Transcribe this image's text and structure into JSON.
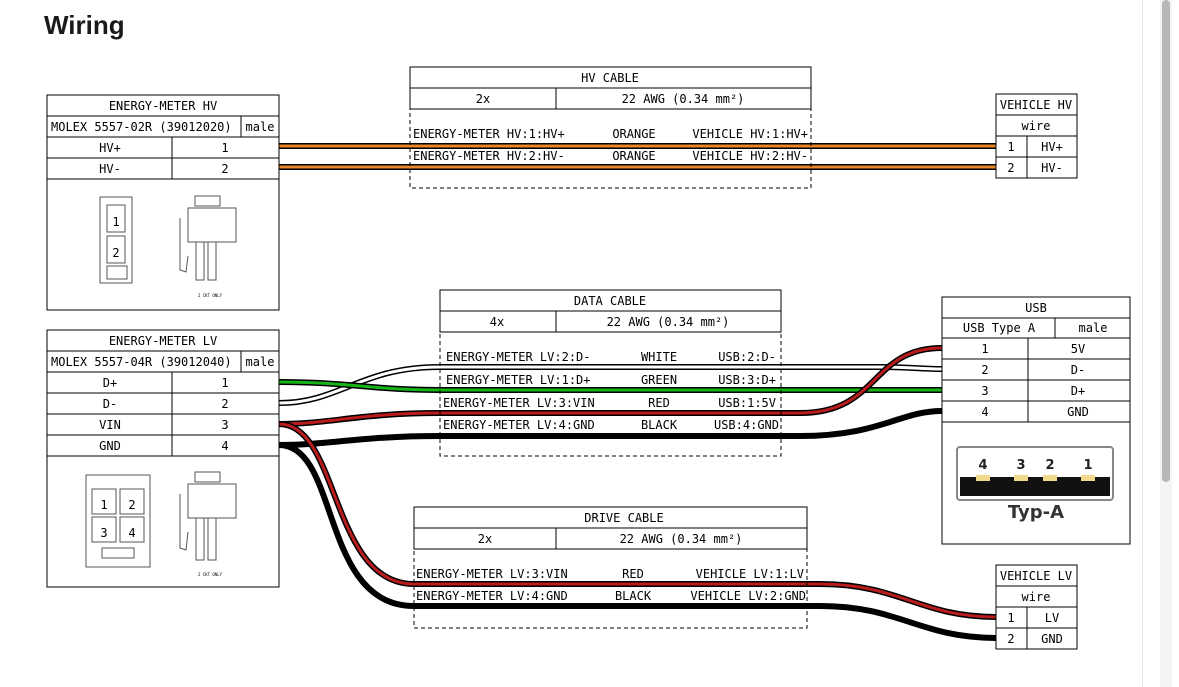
{
  "title": "Wiring",
  "colors": {
    "orange": "#e8862a",
    "white": "#ffffff",
    "green": "#17b317",
    "red": "#b81c1c",
    "black": "#000000"
  },
  "connectors": {
    "em_hv": {
      "name": "ENERGY-METER HV",
      "part": "MOLEX 5557-02R (39012020)",
      "gender": "male",
      "pins": [
        {
          "signal": "HV+",
          "pin": "1"
        },
        {
          "signal": "HV-",
          "pin": "2"
        }
      ],
      "drawing_numbers": [
        "1",
        "2"
      ],
      "drawing_note": "2 CKT ONLY"
    },
    "em_lv": {
      "name": "ENERGY-METER LV",
      "part": "MOLEX 5557-04R (39012040)",
      "gender": "male",
      "pins": [
        {
          "signal": "D+",
          "pin": "1"
        },
        {
          "signal": "D-",
          "pin": "2"
        },
        {
          "signal": "VIN",
          "pin": "3"
        },
        {
          "signal": "GND",
          "pin": "4"
        }
      ],
      "drawing_numbers": [
        "1",
        "2",
        "3",
        "4"
      ],
      "drawing_note": "2 CKT ONLY"
    },
    "vehicle_hv": {
      "name": "VEHICLE HV",
      "type": "wire",
      "pins": [
        {
          "pin": "1",
          "signal": "HV+"
        },
        {
          "pin": "2",
          "signal": "HV-"
        }
      ]
    },
    "usb": {
      "name": "USB",
      "type": "USB Type A",
      "gender": "male",
      "pins": [
        {
          "pin": "1",
          "signal": "5V"
        },
        {
          "pin": "2",
          "signal": "D-"
        },
        {
          "pin": "3",
          "signal": "D+"
        },
        {
          "pin": "4",
          "signal": "GND"
        }
      ],
      "image_pin_labels": [
        "4",
        "3",
        "2",
        "1"
      ],
      "image_caption": "Typ-A"
    },
    "vehicle_lv": {
      "name": "VEHICLE LV",
      "type": "wire",
      "pins": [
        {
          "pin": "1",
          "signal": "LV"
        },
        {
          "pin": "2",
          "signal": "GND"
        }
      ]
    }
  },
  "cables": {
    "hv": {
      "name": "HV CABLE",
      "count": "2x",
      "gauge": "22 AWG (0.34 mm²)",
      "wires": [
        {
          "from": "ENERGY-METER HV:1:HV+",
          "color": "ORANGE",
          "to": "VEHICLE HV:1:HV+"
        },
        {
          "from": "ENERGY-METER HV:2:HV-",
          "color": "ORANGE",
          "to": "VEHICLE HV:2:HV-"
        }
      ]
    },
    "data": {
      "name": "DATA CABLE",
      "count": "4x",
      "gauge": "22 AWG (0.34 mm²)",
      "wires": [
        {
          "from": "ENERGY-METER LV:2:D-",
          "color": "WHITE",
          "to": "USB:2:D-"
        },
        {
          "from": "ENERGY-METER LV:1:D+",
          "color": "GREEN",
          "to": "USB:3:D+"
        },
        {
          "from": "ENERGY-METER LV:3:VIN",
          "color": "RED",
          "to": "USB:1:5V"
        },
        {
          "from": "ENERGY-METER LV:4:GND",
          "color": "BLACK",
          "to": "USB:4:GND"
        }
      ]
    },
    "drive": {
      "name": "DRIVE CABLE",
      "count": "2x",
      "gauge": "22 AWG (0.34 mm²)",
      "wires": [
        {
          "from": "ENERGY-METER LV:3:VIN",
          "color": "RED",
          "to": "VEHICLE LV:1:LV"
        },
        {
          "from": "ENERGY-METER LV:4:GND",
          "color": "BLACK",
          "to": "VEHICLE LV:2:GND"
        }
      ]
    }
  }
}
